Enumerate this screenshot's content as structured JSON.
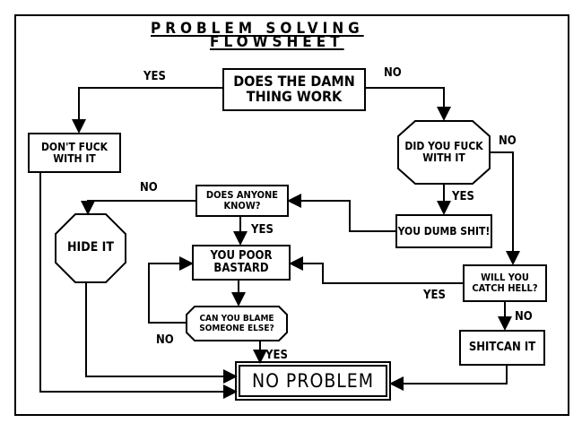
{
  "title": {
    "line1": "PROBLEM SOLVING",
    "line2": "FLOWSHEET"
  },
  "nodes": {
    "does_it_work": "DOES THE DAMN THING WORK",
    "dont_fuck": "DON'T FUCK WITH IT",
    "did_you_fuck": "DID YOU FUCK WITH IT",
    "you_dumb_shit": "YOU DUMB SHIT!",
    "does_anyone_know": "DOES ANYONE KNOW?",
    "hide_it": "HIDE IT",
    "you_poor_bastard": "YOU POOR BASTARD",
    "can_you_blame": "CAN YOU BLAME SOMEONE ELSE?",
    "will_you_catch_hell": "WILL YOU CATCH HELL?",
    "shitcan_it": "SHITCAN IT",
    "no_problem": "NO PROBLEM"
  },
  "edge_labels": {
    "work_yes": "YES",
    "work_no": "NO",
    "fuck_no": "NO",
    "fuck_yes": "YES",
    "anyone_no": "NO",
    "anyone_yes": "YES",
    "hell_yes": "YES",
    "hell_no": "NO",
    "blame_no": "NO",
    "blame_yes": "YES"
  }
}
